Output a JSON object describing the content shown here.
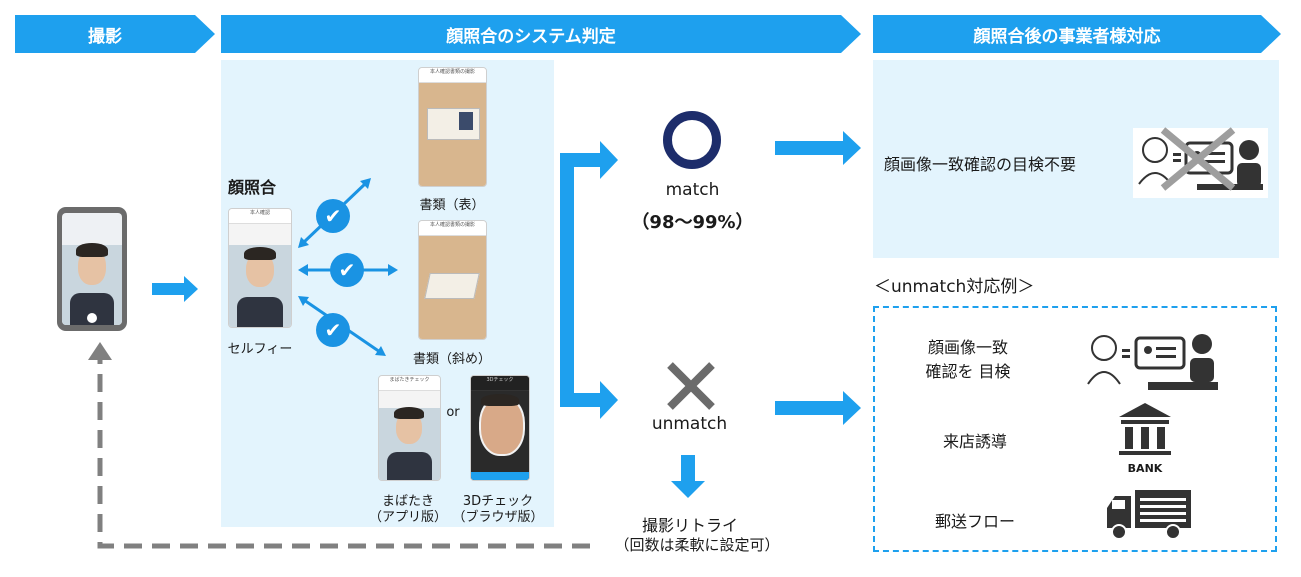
{
  "banners": {
    "capture": "撮影",
    "system": "顔照合のシステム判定",
    "after": "顔照合後の事業者様対応"
  },
  "face_match_label": "顔照合",
  "selfie_label": "セルフィー",
  "doc_front_label": "書類（表）",
  "doc_angle_label": "書類（斜め）",
  "blink_label_1": "まばたき",
  "blink_label_2": "（アプリ版）",
  "or_label": "or",
  "check3d_label_1": "3Dチェック",
  "check3d_label_2": "（ブラウザ版）",
  "match": {
    "symbol": "〇",
    "label": "match",
    "percent": "（98〜99%）"
  },
  "unmatch": {
    "symbol": "×",
    "label": "unmatch"
  },
  "retry": {
    "line1": "撮影リトライ",
    "line2": "（回数は柔軟に設定可）"
  },
  "match_action": "顔画像一致確認の目検不要",
  "unmatch_example_title": "＜unmatch対応例＞",
  "unmatch_actions": {
    "visual_check_1": "顔画像一致",
    "visual_check_2": "確認を 目検",
    "store_visit": "来店誘導",
    "bank_label": "BANK",
    "mail_flow": "郵送フロー"
  },
  "colors": {
    "accent": "#1ea0ee",
    "panel": "#e3f4fd",
    "navy": "#1d2d6b",
    "gray": "#808080"
  }
}
